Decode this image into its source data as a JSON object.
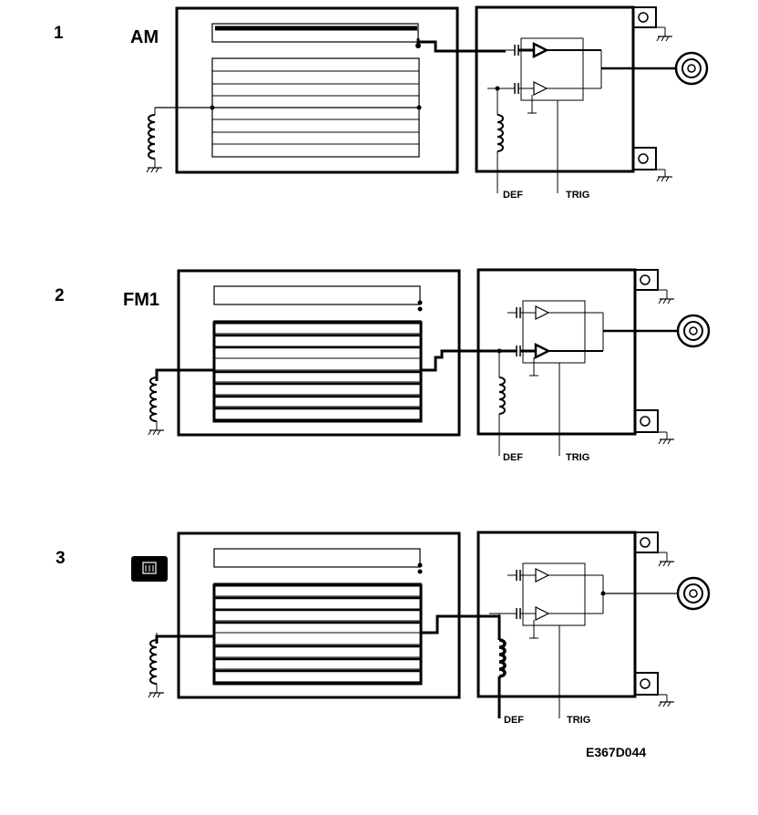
{
  "diagram": {
    "panels": [
      {
        "number": "1",
        "mode_label": "AM",
        "mode_icon": "",
        "def_label": "DEF",
        "trig_label": "TRIG"
      },
      {
        "number": "2",
        "mode_label": "FM1",
        "mode_icon": "",
        "def_label": "DEF",
        "trig_label": "TRIG"
      },
      {
        "number": "3",
        "mode_label": "",
        "mode_icon": "rear-defrost-button-icon",
        "def_label": "DEF",
        "trig_label": "TRIG"
      }
    ],
    "drawing_code": "E367D044",
    "colors": {
      "line": "#000000",
      "background": "#ffffff"
    }
  }
}
